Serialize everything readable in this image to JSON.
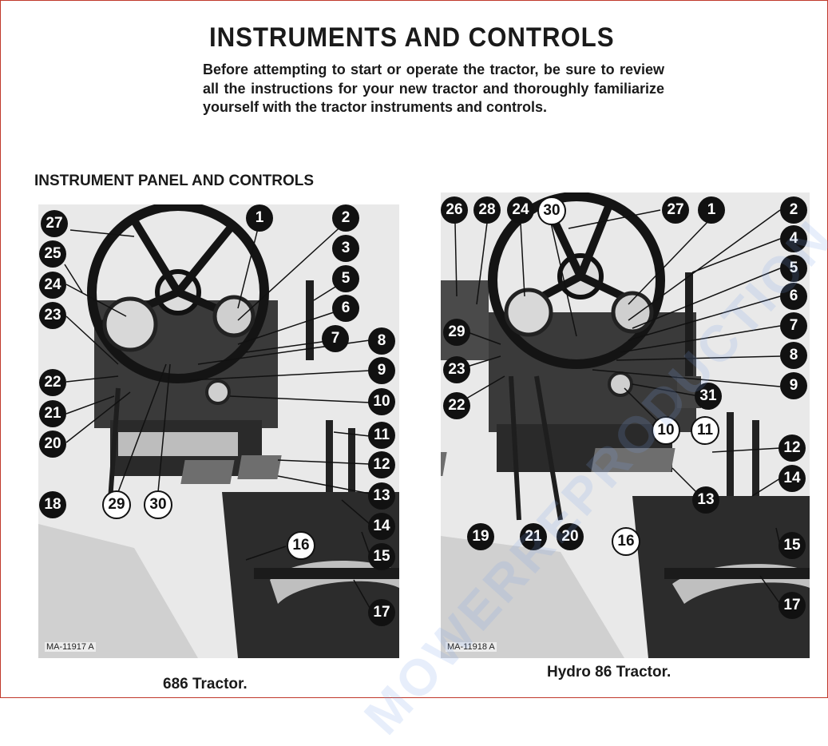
{
  "header": {
    "title": "INSTRUMENTS AND CONTROLS",
    "intro": "Before attempting to start or operate the tractor, be sure to review all the instructions for your new tractor and thoroughly familiarize yourself with the tractor instruments and controls."
  },
  "section_heading": "INSTRUMENT PANEL AND CONTROLS",
  "figures": [
    {
      "id": "MA-11917 A",
      "caption": "686 Tractor.",
      "callouts": [
        "27",
        "1",
        "2",
        "3",
        "25",
        "5",
        "24",
        "6",
        "23",
        "7",
        "8",
        "22",
        "9",
        "21",
        "10",
        "20",
        "11",
        "12",
        "18",
        "29",
        "30",
        "13",
        "14",
        "16",
        "15",
        "17"
      ],
      "outlined": [
        "29",
        "30",
        "16"
      ]
    },
    {
      "id": "MA-11918 A",
      "caption": "Hydro 86 Tractor.",
      "callouts": [
        "26",
        "28",
        "24",
        "30",
        "27",
        "1",
        "2",
        "4",
        "5",
        "6",
        "29",
        "7",
        "8",
        "23",
        "9",
        "22",
        "31",
        "10",
        "11",
        "12",
        "14",
        "13",
        "19",
        "21",
        "20",
        "16",
        "15",
        "17"
      ],
      "outlined": [
        "30",
        "10",
        "11",
        "16"
      ]
    }
  ],
  "watermark": "MOWERREPRODUCTION"
}
